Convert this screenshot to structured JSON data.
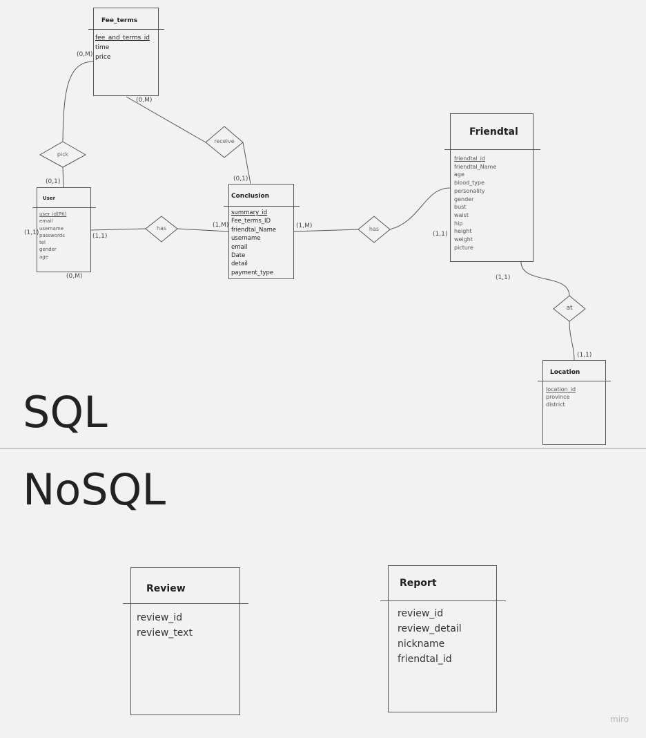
{
  "sections": {
    "sql": "SQL",
    "nosql": "NoSQL"
  },
  "entities": {
    "fee_terms": {
      "title": "Fee_terms",
      "attributes": [
        {
          "name": "fee_and_terms_id",
          "pk": true
        },
        {
          "name": "time",
          "pk": false
        },
        {
          "name": "price",
          "pk": false
        }
      ]
    },
    "user": {
      "title": "User",
      "attributes": [
        {
          "name": "user_id(PK)",
          "pk": true
        },
        {
          "name": "email",
          "pk": false
        },
        {
          "name": "username",
          "pk": false
        },
        {
          "name": "passwords",
          "pk": false
        },
        {
          "name": "tel",
          "pk": false
        },
        {
          "name": "gender",
          "pk": false
        },
        {
          "name": "age",
          "pk": false
        }
      ]
    },
    "conclusion": {
      "title": "Conclusion",
      "attributes": [
        {
          "name": "summary_id",
          "pk": true
        },
        {
          "name": "Fee_terms_ID",
          "pk": false
        },
        {
          "name": "friendtal_Name",
          "pk": false
        },
        {
          "name": "username",
          "pk": false
        },
        {
          "name": "email",
          "pk": false
        },
        {
          "name": "Date",
          "pk": false
        },
        {
          "name": "detail",
          "pk": false
        },
        {
          "name": "payment_type",
          "pk": false
        }
      ]
    },
    "friendtal": {
      "title": "Friendtal",
      "attributes": [
        {
          "name": "friendtal_id",
          "pk": true
        },
        {
          "name": "friendtal_Name",
          "pk": false
        },
        {
          "name": "age",
          "pk": false
        },
        {
          "name": "blood_type",
          "pk": false
        },
        {
          "name": "personality",
          "pk": false
        },
        {
          "name": "gender",
          "pk": false
        },
        {
          "name": "bust",
          "pk": false
        },
        {
          "name": "waist",
          "pk": false
        },
        {
          "name": "hip",
          "pk": false
        },
        {
          "name": "height",
          "pk": false
        },
        {
          "name": "weight",
          "pk": false
        },
        {
          "name": "picture",
          "pk": false
        }
      ]
    },
    "location": {
      "title": "Location",
      "attributes": [
        {
          "name": "location_id",
          "pk": true
        },
        {
          "name": "province",
          "pk": false
        },
        {
          "name": "district",
          "pk": false
        }
      ]
    },
    "review": {
      "title": "Review",
      "attributes": [
        {
          "name": "review_id",
          "pk": false
        },
        {
          "name": "review_text",
          "pk": false
        }
      ]
    },
    "report": {
      "title": "Report",
      "attributes": [
        {
          "name": "review_id",
          "pk": false
        },
        {
          "name": "review_detail",
          "pk": false
        },
        {
          "name": "nickname",
          "pk": false
        },
        {
          "name": "friendtal_id",
          "pk": false
        }
      ]
    }
  },
  "relationships": {
    "pick": "pick",
    "receive": "receive",
    "has_user": "has",
    "has_friendtal": "has",
    "at": "at"
  },
  "cardinalities": {
    "fee_pick": "(0,M)",
    "fee_receive": "(0,M)",
    "user_pick": "(0,1)",
    "user_left": "(1,1)",
    "user_has": "(1,1)",
    "user_bottom": "(0,M)",
    "conclusion_receive": "(0,1)",
    "conclusion_has_left": "(1,M)",
    "conclusion_has_right": "(1,M)",
    "friendtal_has": "(1,1)",
    "friendtal_at": "(1,1)",
    "location_at": "(1,1)"
  },
  "watermark": "miro"
}
